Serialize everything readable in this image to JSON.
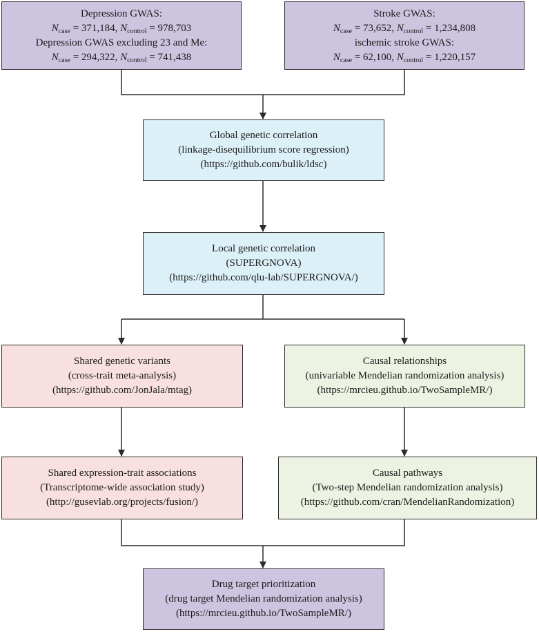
{
  "boxes": {
    "depression": {
      "line1": "Depression GWAS:",
      "line2": {
        "n": "N",
        "case_sub": "case",
        "case_val": " = 371,184, ",
        "n2": "N",
        "control_sub": "control",
        "control_val": " = 978,703"
      },
      "line3": "Depression GWAS excluding 23 and Me:",
      "line4": {
        "n": "N",
        "case_sub": "case",
        "case_val": " = 294,322, ",
        "n2": "N",
        "control_sub": "control",
        "control_val": " = 741,438"
      }
    },
    "stroke": {
      "line1": "Stroke GWAS:",
      "line2": {
        "n": "N",
        "case_sub": "case",
        "case_val": " = 73,652, ",
        "n2": "N",
        "control_sub": "control",
        "control_val": " = 1,234,808"
      },
      "line3": "ischemic stroke GWAS:",
      "line4": {
        "n": "N",
        "case_sub": "case",
        "case_val": " = 62,100, ",
        "n2": "N",
        "control_sub": "control",
        "control_val": " = 1,220,157"
      }
    },
    "global": {
      "title": "Global genetic correlation",
      "method": "(linkage-disequilibrium score regression)",
      "url": "(https://github.com/bulik/ldsc)"
    },
    "local": {
      "title": "Local genetic correlation",
      "method": "(SUPERGNOVA)",
      "url": "(https://github.com/qlu-lab/SUPERGNOVA/)"
    },
    "shared_variants": {
      "title": "Shared genetic variants",
      "method": "(cross-trait meta-analysis)",
      "url": "(https://github.com/JonJala/mtag)"
    },
    "causal_relationships": {
      "title": "Causal relationships",
      "method": "(univariable Mendelian randomization analysis)",
      "url": "(https://mrcieu.github.io/TwoSampleMR/)"
    },
    "shared_expression": {
      "title": "Shared expression-trait associations",
      "method": "(Transcriptome-wide association study)",
      "url": "(http://gusevlab.org/projects/fusion/)"
    },
    "causal_pathways": {
      "title": "Causal pathways",
      "method": "(Two-step Mendelian randomization analysis)",
      "url": "(https://github.com/cran/MendelianRandomization)"
    },
    "drug_target": {
      "title": "Drug target prioritization",
      "method": "(drug target Mendelian randomization analysis)",
      "url": "(https://mrcieu.github.io/TwoSampleMR/)"
    }
  },
  "colors": {
    "purple": "#cdc4e0",
    "blue": "#dcf0f7",
    "pink": "#f7e0df",
    "green": "#edf3e2",
    "line": "#2b2b2b"
  }
}
